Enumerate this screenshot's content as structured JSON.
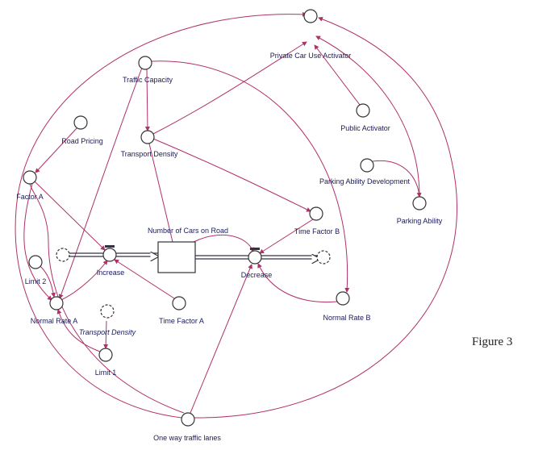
{
  "nodes": {
    "private_car_use_activator": "Private Car Use Activator",
    "traffic_capacity": "Traffic Capacity",
    "road_pricing": "Road Pricing",
    "transport_density": "Transport Density",
    "public_activator": "Public Activator",
    "parking_ability_development": "Parking Ability Development",
    "parking_ability": "Parking Ability",
    "factor_a": "Factor A",
    "time_factor_b": "Time Factor B",
    "number_of_cars_on_road": "Number of Cars on Road",
    "increase": "Increase",
    "decrease": "Decrease",
    "limit_2": "Limit 2",
    "normal_rate_a": "Normal Rate A",
    "transport_density_ghost": "Transport Density",
    "time_factor_a": "Time Factor A",
    "normal_rate_b": "Normal Rate B",
    "limit_1": "Limit 1",
    "one_way_traffic_lanes": "One way traffic lanes"
  },
  "caption": "Figure 3",
  "colors": {
    "link": "#b0306a",
    "label": "#1a1a5a"
  }
}
